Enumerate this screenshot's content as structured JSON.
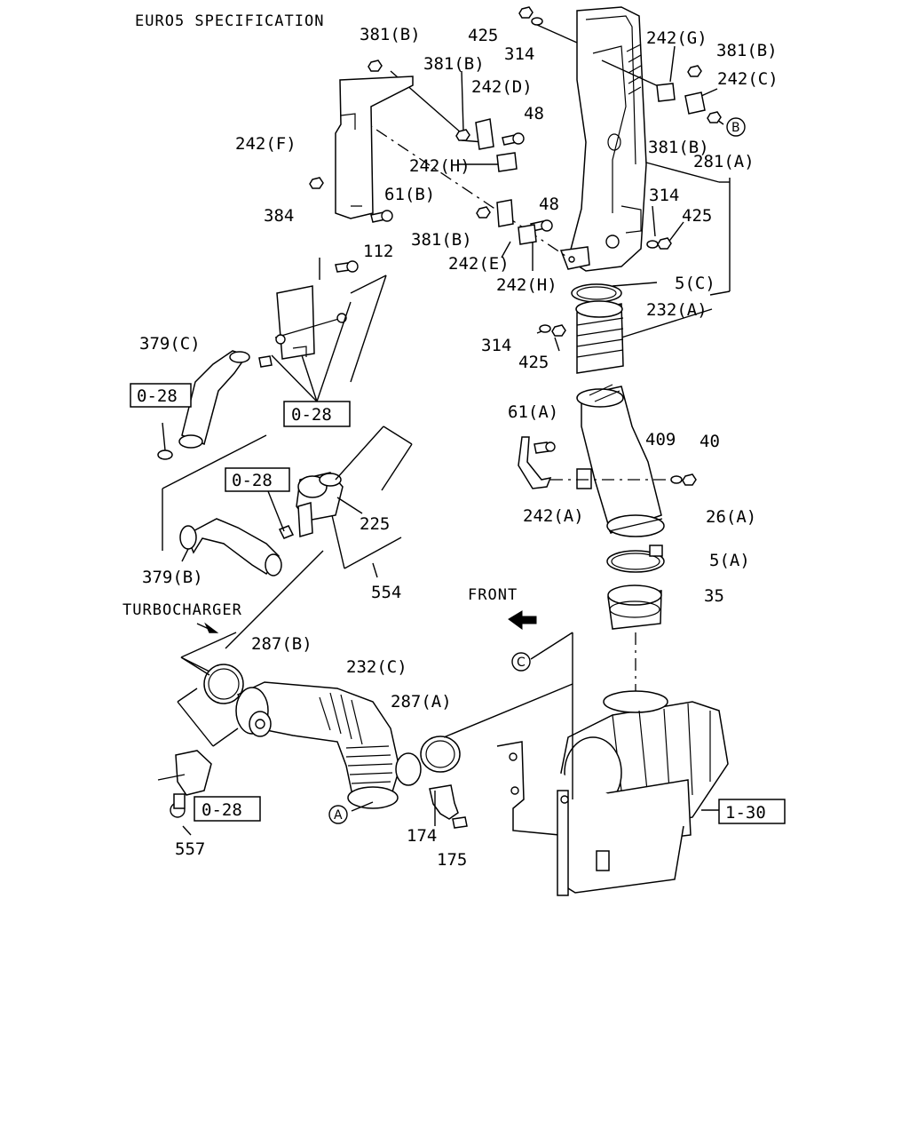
{
  "title": "EURO5 SPECIFICATION",
  "labels": {
    "p381b_1": "381(B)",
    "p425_top": "425",
    "p314_top": "314",
    "p242g": "242(G)",
    "p381b_2": "381(B)",
    "p381b_3": "381(B)",
    "p242c": "242(C)",
    "p242d": "242(D)",
    "p48_1": "48",
    "p242f": "242(F)",
    "p381b_4": "381(B)",
    "p281a": "281(A)",
    "p242h_1": "242(H)",
    "p314_mid": "314",
    "p61b": "61(B)",
    "p425_mid": "425",
    "p384": "384",
    "p48_2": "48",
    "p381b_5": "381(B)",
    "p242e": "242(E)",
    "p242h_2": "242(H)",
    "p5c": "5(C)",
    "p112": "112",
    "p232a": "232(A)",
    "p379c": "379(C)",
    "p314_low": "314",
    "p425_low": "425",
    "p61a": "61(A)",
    "p409": "409",
    "p40": "40",
    "p242a": "242(A)",
    "p26a": "26(A)",
    "p225": "225",
    "p5a": "5(A)",
    "p379b": "379(B)",
    "p554": "554",
    "p35": "35",
    "p287b": "287(B)",
    "p232c": "232(C)",
    "p287a": "287(A)",
    "p174": "174",
    "p175": "175",
    "p557": "557"
  },
  "callouts": {
    "ref_028_a": "0-28",
    "ref_028_b": "0-28",
    "ref_028_c": "0-28",
    "ref_028_d": "0-28",
    "ref_130": "1-30",
    "circle_a": "A",
    "circle_b": "B",
    "circle_c": "C"
  },
  "annotations": {
    "front": "FRONT",
    "turbocharger": "TURBOCHARGER"
  }
}
